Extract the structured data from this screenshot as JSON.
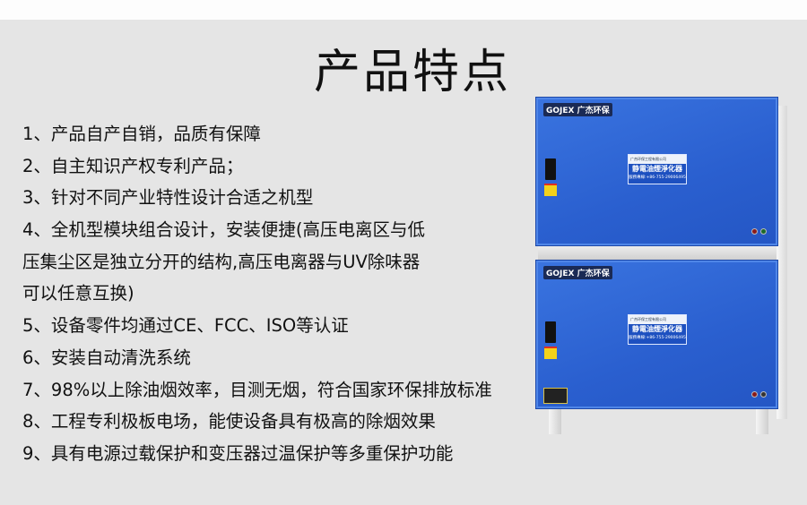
{
  "title": "产品特点",
  "features": [
    "1、产品自产自销，品质有保障",
    "2、自主知识产权专利产品；",
    "3、针对不同产业特性设计合适之机型",
    "4、全机型模块组合设计，安装便捷(高压电离区与低",
    "压集尘区是独立分开的结构,高压电离器与UV除味器",
    "可以任意互换)",
    "5、设备零件均通过CE、FCC、ISO等认证",
    "6、安装自动清洗系统",
    "7、98%以上除油烟效率，目测无烟，符合国家环保排放标准",
    "8、工程专利极板电场，能使设备具有极高的除烟效果",
    "9、具有电源过载保护和变压器过温保护等多重保护功能"
  ],
  "product": {
    "brand": "GOJEX 广杰环保",
    "label_company": "广杰环保工程有限公司",
    "label_name": "静電油煙淨化器",
    "label_tel": "服務專線:+86-755-29006495",
    "body_color": "#2f66d6"
  }
}
